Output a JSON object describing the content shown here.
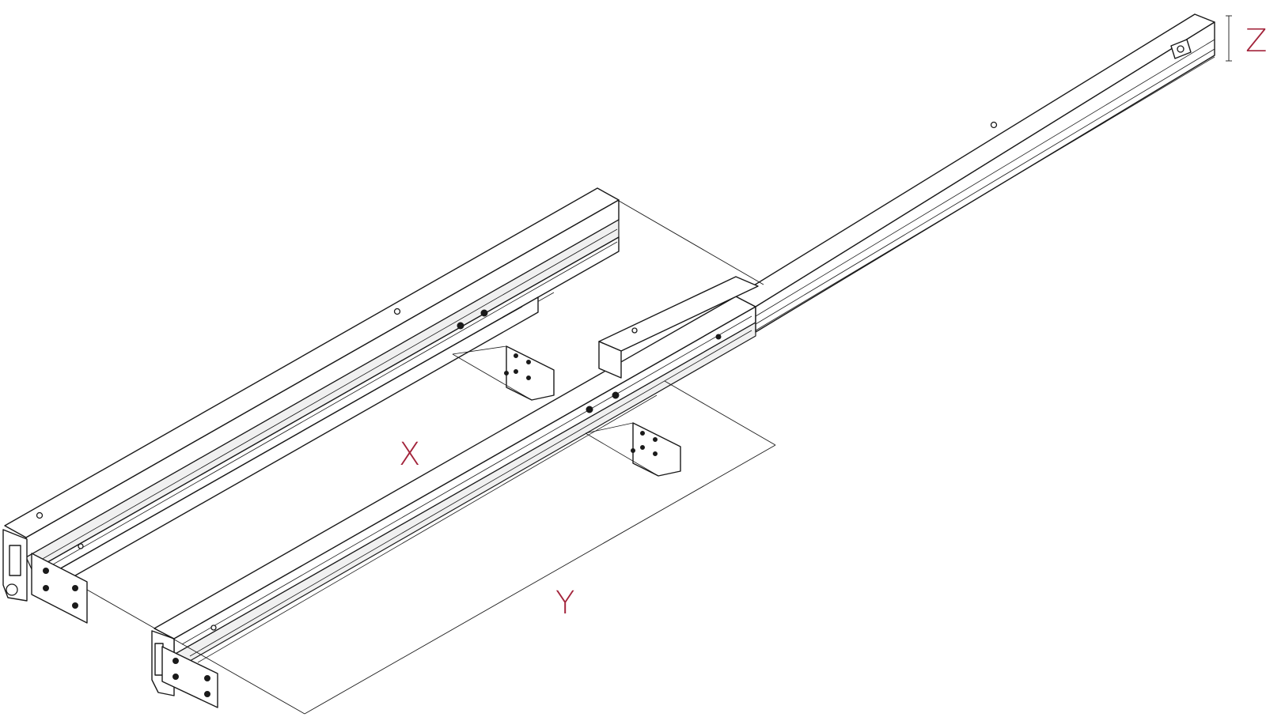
{
  "diagram": {
    "labels": {
      "x": "X",
      "y": "Y",
      "z": "Z"
    },
    "colors": {
      "label": "#a3243b",
      "line": "#1a1a1a",
      "background": "#ffffff"
    }
  }
}
